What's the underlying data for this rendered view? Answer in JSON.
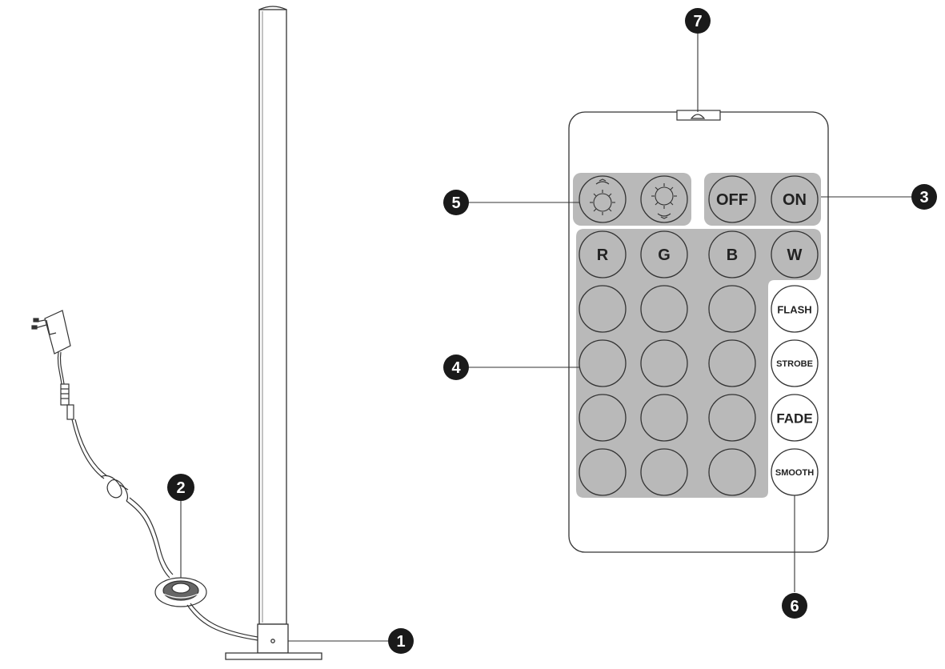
{
  "callouts": {
    "c1": "1",
    "c2": "2",
    "c3": "3",
    "c4": "4",
    "c5": "5",
    "c6": "6",
    "c7": "7"
  },
  "remote": {
    "power": {
      "off": "OFF",
      "on": "ON"
    },
    "color_row": [
      "R",
      "G",
      "B",
      "W"
    ],
    "modes": [
      "FLASH",
      "STROBE",
      "FADE",
      "SMOOTH"
    ]
  },
  "colors": {
    "outline": "#333333",
    "panel_gray": "#b9b9b9",
    "callout_fill": "#1a1a1a",
    "background": "#ffffff"
  },
  "icons": {
    "brightness_up": "sun-up-icon",
    "brightness_down": "sun-down-icon",
    "adapter": "power-adapter-icon",
    "foot_switch": "foot-switch-icon"
  }
}
